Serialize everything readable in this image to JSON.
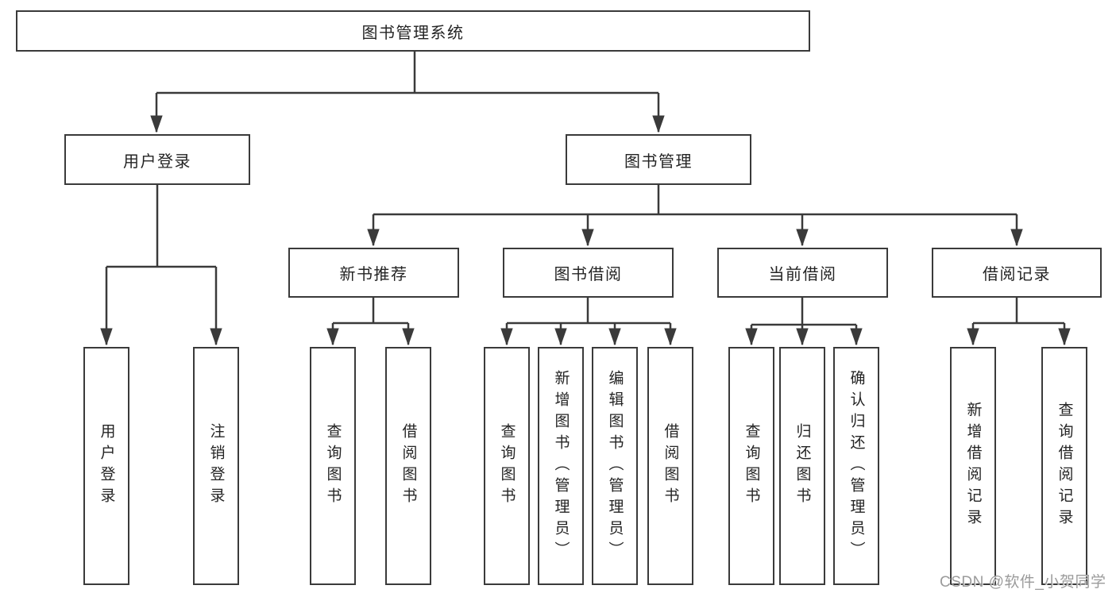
{
  "diagram_title": "图书管理系统",
  "tree": {
    "root": {
      "label": "图书管理系统",
      "children": [
        {
          "label": "用户登录",
          "children": [
            {
              "label": "用户登录"
            },
            {
              "label": "注销登录"
            }
          ]
        },
        {
          "label": "图书管理",
          "children": [
            {
              "label": "新书推荐",
              "children": [
                {
                  "label": "查询图书"
                },
                {
                  "label": "借阅图书"
                }
              ]
            },
            {
              "label": "图书借阅",
              "children": [
                {
                  "label": "查询图书"
                },
                {
                  "label": "新增图书（管理员）"
                },
                {
                  "label": "编辑图书（管理员）"
                },
                {
                  "label": "借阅图书"
                }
              ]
            },
            {
              "label": "当前借阅",
              "children": [
                {
                  "label": "查询图书"
                },
                {
                  "label": "归还图书"
                },
                {
                  "label": "确认归还（管理员）"
                }
              ]
            },
            {
              "label": "借阅记录",
              "children": [
                {
                  "label": "新增借阅记录"
                },
                {
                  "label": "查询借阅记录"
                }
              ]
            }
          ]
        }
      ]
    }
  },
  "watermark": "CSDN @软件_小贺同学",
  "colors": {
    "background": "#ffffff",
    "box_fill": "#ffffff",
    "line": "#3a3a3a",
    "text": "#242424",
    "watermark": "#9b9b9b"
  }
}
